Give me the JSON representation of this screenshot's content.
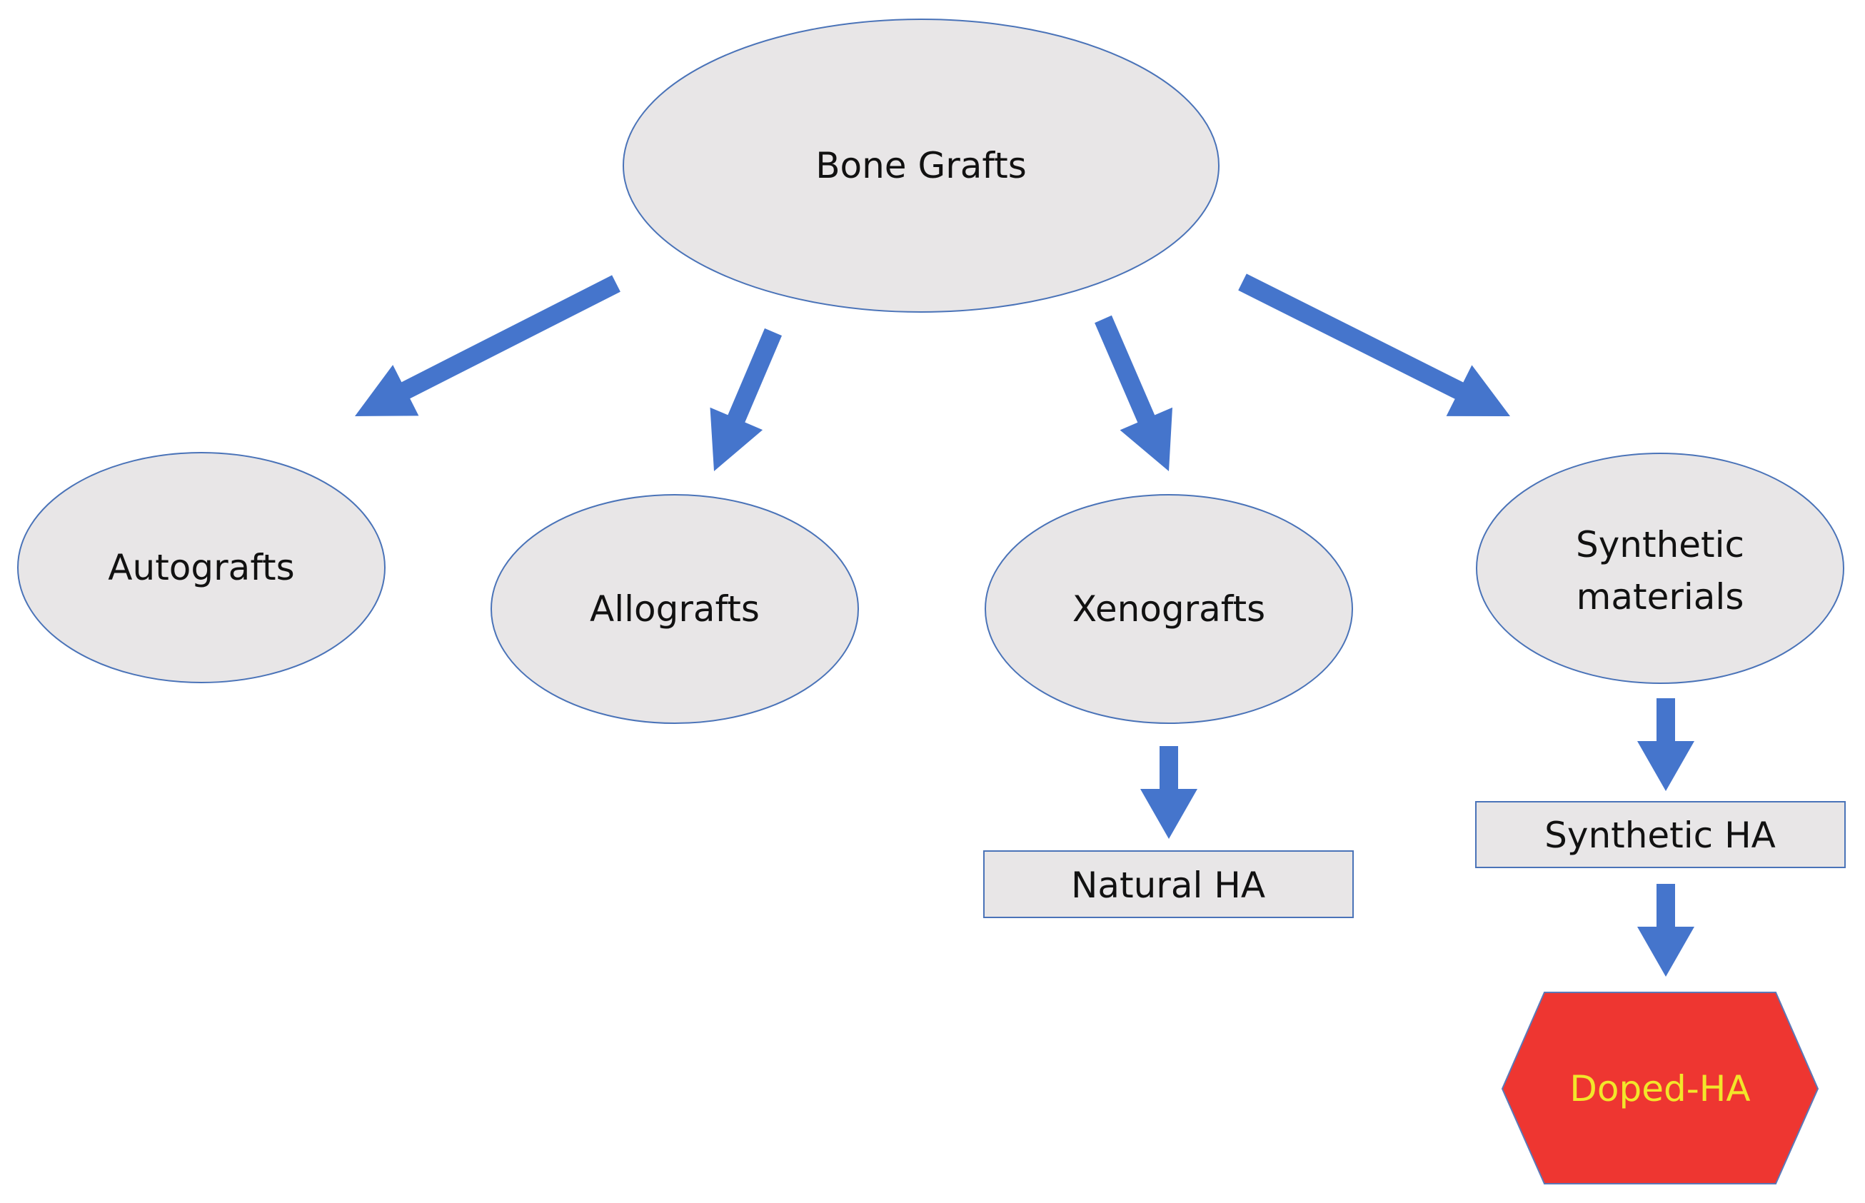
{
  "nodes": {
    "root": {
      "lines": [
        "Bone Grafts"
      ]
    },
    "autografts": {
      "lines": [
        "Autografts"
      ]
    },
    "allografts": {
      "lines": [
        "Allografts"
      ]
    },
    "xenografts": {
      "lines": [
        "Xenografts"
      ]
    },
    "synthetic": {
      "lines": [
        "Synthetic",
        "materials"
      ]
    },
    "natural_ha": {
      "lines": [
        "Natural HA"
      ]
    },
    "synthetic_ha": {
      "lines": [
        "Synthetic HA"
      ]
    },
    "doped_ha": {
      "lines": [
        "Doped-HA"
      ]
    }
  },
  "edges": [
    {
      "from": "root",
      "to": "autografts"
    },
    {
      "from": "root",
      "to": "allografts"
    },
    {
      "from": "root",
      "to": "xenografts"
    },
    {
      "from": "root",
      "to": "synthetic"
    },
    {
      "from": "xenografts",
      "to": "natural_ha"
    },
    {
      "from": "synthetic",
      "to": "synthetic_ha"
    },
    {
      "from": "synthetic_ha",
      "to": "doped_ha"
    }
  ],
  "colors": {
    "node_fill": "#e8e6e7",
    "node_stroke": "#4a73b8",
    "arrow": "#4575cc",
    "text": "#111111",
    "doped_fill": "#ee3631",
    "doped_stroke": "#5b78b8",
    "doped_text": "#f2e62a"
  }
}
